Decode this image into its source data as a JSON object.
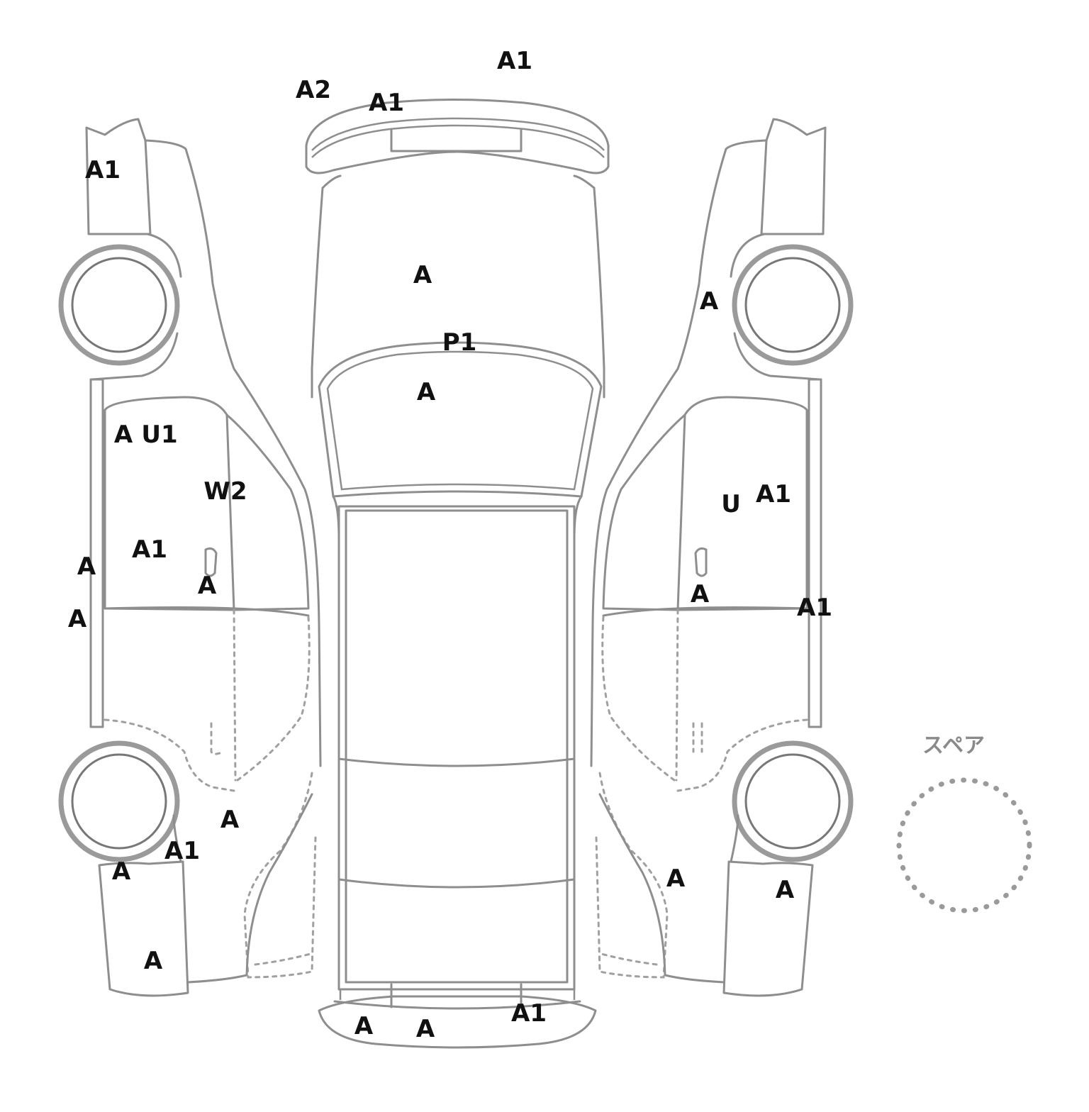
{
  "diagram": {
    "spare_label": "スペア",
    "marks": [
      {
        "id": "rear-bumper-top",
        "code": "A1"
      },
      {
        "id": "rear-bumper-left",
        "code": "A2"
      },
      {
        "id": "rear-bumper-mid",
        "code": "A1"
      },
      {
        "id": "left-rear-quarter",
        "code": "A1"
      },
      {
        "id": "trunk-lid",
        "code": "A"
      },
      {
        "id": "right-rear-fender",
        "code": "A"
      },
      {
        "id": "rear-glass-top",
        "code": "P1"
      },
      {
        "id": "rear-glass",
        "code": "A"
      },
      {
        "id": "left-rear-door-upper-a",
        "code": "A"
      },
      {
        "id": "left-rear-door-upper-u1",
        "code": "U1"
      },
      {
        "id": "left-pillar-w2",
        "code": "W2"
      },
      {
        "id": "right-rear-door-u",
        "code": "U"
      },
      {
        "id": "right-rear-door-a1",
        "code": "A1"
      },
      {
        "id": "left-rear-door-mid",
        "code": "A1"
      },
      {
        "id": "left-side-sill-upper",
        "code": "A"
      },
      {
        "id": "left-door-handle",
        "code": "A"
      },
      {
        "id": "right-door-handle",
        "code": "A"
      },
      {
        "id": "right-side-sill",
        "code": "A1"
      },
      {
        "id": "left-side-sill-lower",
        "code": "A"
      },
      {
        "id": "left-front-door-lower",
        "code": "A"
      },
      {
        "id": "left-front-fender-a1",
        "code": "A1"
      },
      {
        "id": "left-front-fender-a",
        "code": "A"
      },
      {
        "id": "right-front-door",
        "code": "A"
      },
      {
        "id": "right-front-fender",
        "code": "A"
      },
      {
        "id": "left-front-bumper",
        "code": "A"
      },
      {
        "id": "front-bumper-left",
        "code": "A"
      },
      {
        "id": "front-bumper-center",
        "code": "A"
      },
      {
        "id": "front-bumper-right",
        "code": "A1"
      }
    ]
  }
}
